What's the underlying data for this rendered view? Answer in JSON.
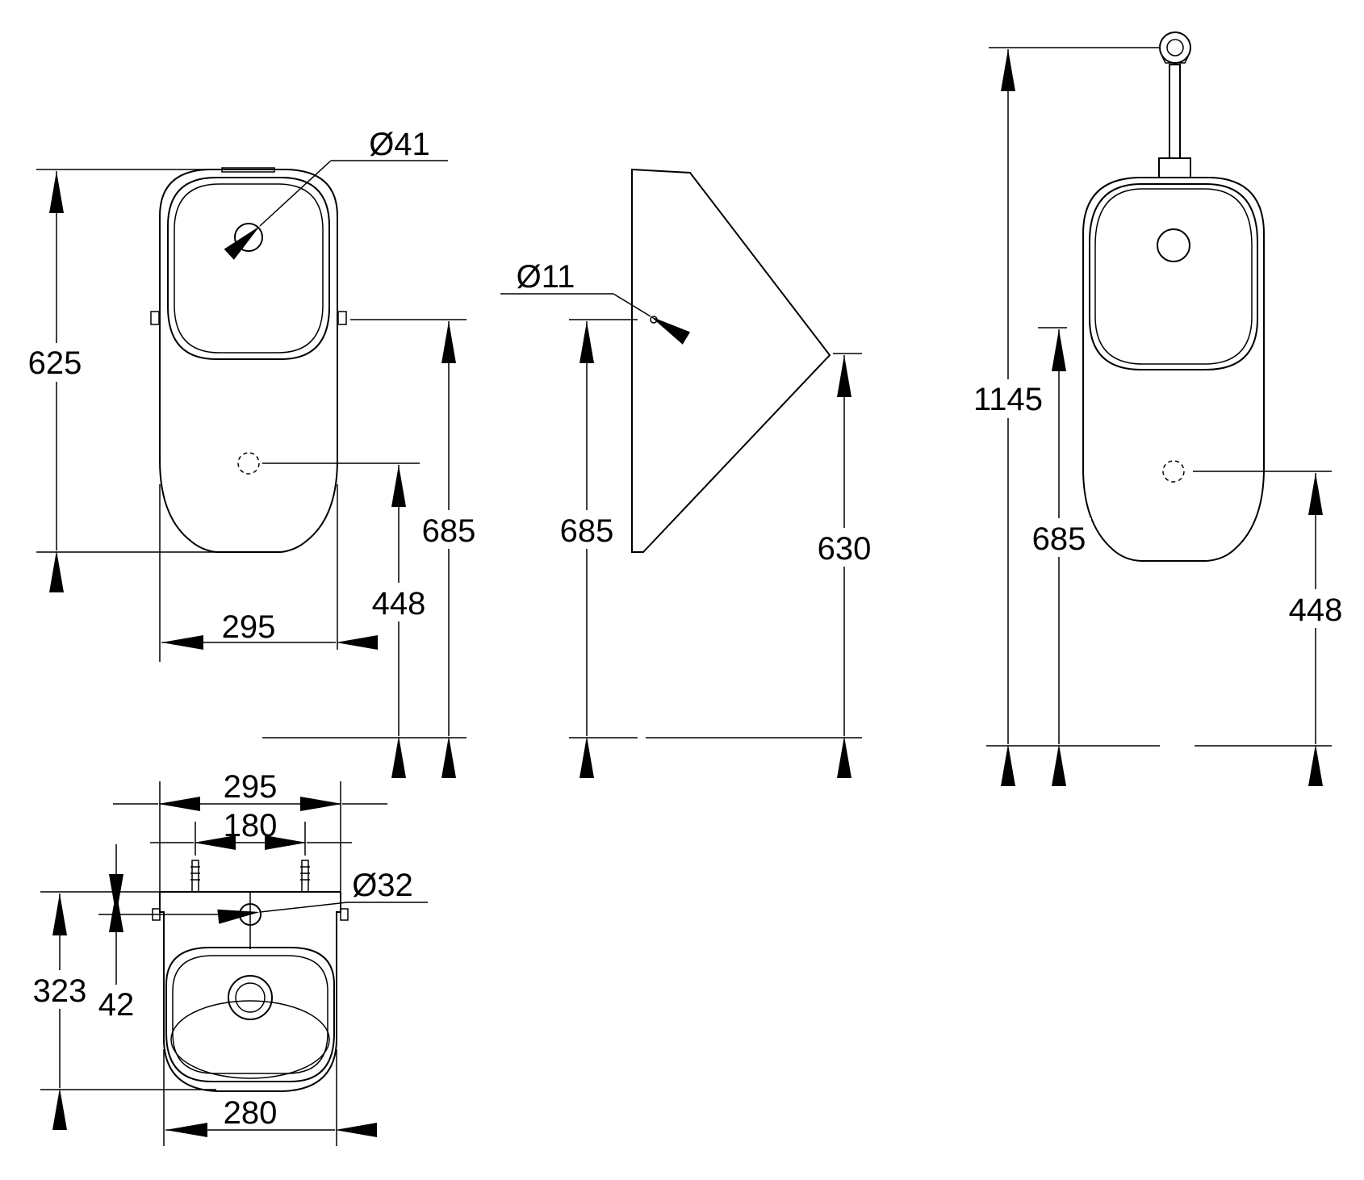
{
  "front_view": {
    "height_total": "625",
    "width": "295",
    "inlet_diameter": "Ø41",
    "fixing_height": "685",
    "outlet_height": "448"
  },
  "side_view": {
    "fixing_hole_diameter": "Ø11",
    "fixing_height": "685",
    "rim_height": "630"
  },
  "installed_view": {
    "total_height": "1145",
    "fixing_height": "685",
    "outlet_height": "448"
  },
  "top_view": {
    "overall_width": "295",
    "fixing_spacing": "180",
    "inlet_diameter": "Ø32",
    "depth": "323",
    "inlet_offset": "42",
    "bowl_width": "280"
  }
}
